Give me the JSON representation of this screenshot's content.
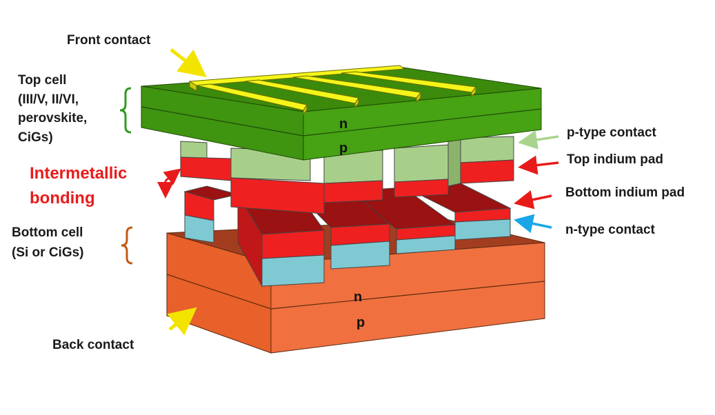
{
  "labels": {
    "front_contact": "Front contact",
    "top_cell": [
      "Top cell",
      "(III/V, II/VI,",
      "perovskite,",
      "CiGs)"
    ],
    "intermetallic": [
      "Intermetallic",
      "bonding"
    ],
    "bottom_cell": [
      "Bottom cell",
      "(Si or CiGs)"
    ],
    "back_contact": "Back contact",
    "p_type_contact": "p-type contact",
    "top_indium_pad": "Top indium pad",
    "bottom_indium_pad": "Bottom indium pad",
    "n_type_contact": "n-type contact"
  },
  "layers": {
    "top_n": "n",
    "top_p": "p",
    "bottom_n": "n",
    "bottom_p": "p"
  },
  "colors": {
    "top_cell_green": "#3c8a0c",
    "front_contact_yellow": "#f5f51a",
    "indium_red": "#f01414",
    "p_contact_lightgreen": "#a8cf8a",
    "n_contact_cyan": "#7fc9d2",
    "bottom_cell_orange": "#ee6a35",
    "arrow_yellow": "#f2e400",
    "arrow_red": "#e81b1b",
    "arrow_lightgreen": "#a9d48f",
    "arrow_blue": "#1aa6e6",
    "brace_green": "#2e9a1f",
    "brace_orange": "#c25a12"
  }
}
